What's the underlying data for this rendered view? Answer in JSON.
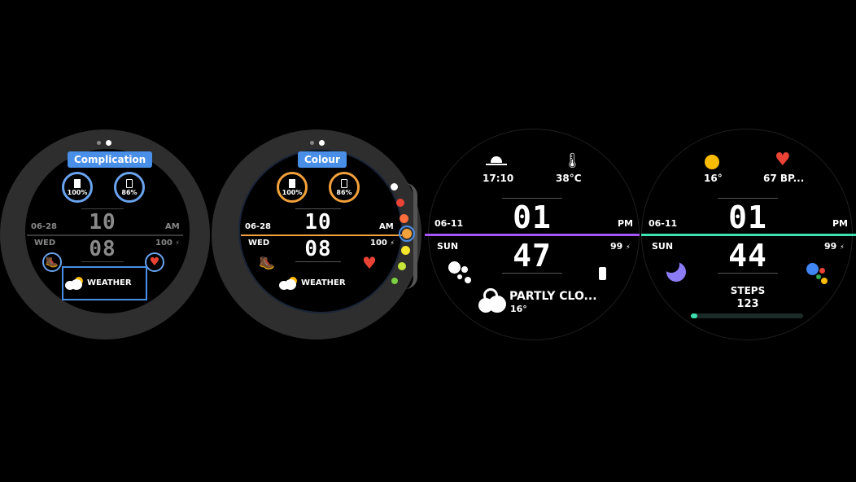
{
  "face1": {
    "tag": "Complication",
    "battery_watch": "100%",
    "battery_phone": "86%",
    "date": "06-28",
    "ampm": "AM",
    "hour": "10",
    "minute": "08",
    "day": "WED",
    "battery_pct": "100",
    "weather": "WEATHER"
  },
  "face2": {
    "tag": "Colour",
    "battery_watch": "100%",
    "battery_phone": "86%",
    "date": "06-28",
    "ampm": "AM",
    "hour": "10",
    "minute": "08",
    "day": "WED",
    "battery_pct": "100",
    "weather": "WEATHER",
    "palette": [
      "#ffffff",
      "#ea4335",
      "#ff6d3a",
      "#fbbc05",
      "#f5e52b",
      "#c6e63a",
      "#7bd13f"
    ]
  },
  "face3": {
    "sunrise": "17:10",
    "temp": "38°C",
    "date": "06-11",
    "ampm": "PM",
    "hour": "01",
    "minute": "47",
    "day": "SUN",
    "battery_pct": "99",
    "weather": "PARTLY CLO...",
    "weather_temp": "16°",
    "accent": "#a855f7"
  },
  "face4": {
    "temp": "16°",
    "heart": "67 BP...",
    "date": "06-11",
    "ampm": "PM",
    "hour": "01",
    "minute": "44",
    "day": "SUN",
    "battery_pct": "99",
    "steps_label": "STEPS",
    "steps_value": "123",
    "steps_progress": 0.05,
    "accent": "#3ee0b0"
  }
}
